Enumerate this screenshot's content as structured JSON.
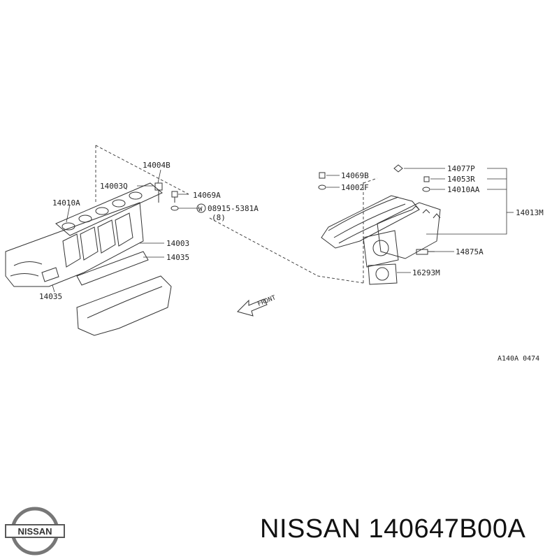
{
  "diagram": {
    "labels": {
      "p14004B": "14004B",
      "p14003Q": "14003Q",
      "p14069A": "14069A",
      "p14010A": "14010A",
      "p08915": "08915-5381A",
      "p08915_qty": "(8)",
      "washer_mark": "W",
      "p14003": "14003",
      "p14035a": "14035",
      "p14035b": "14035",
      "front": "FRONT",
      "p14069B": "14069B",
      "p14002F": "14002F",
      "p14077P": "14077P",
      "p14053R": "14053R",
      "p14010AA": "14010AA",
      "p14013M": "14013M",
      "p14875A": "14875A",
      "p16293M": "16293M",
      "ref_code": "A140A 0474"
    }
  },
  "brand": {
    "logo_text": "NISSAN"
  },
  "caption": {
    "text": "NISSAN 140647B00A"
  }
}
